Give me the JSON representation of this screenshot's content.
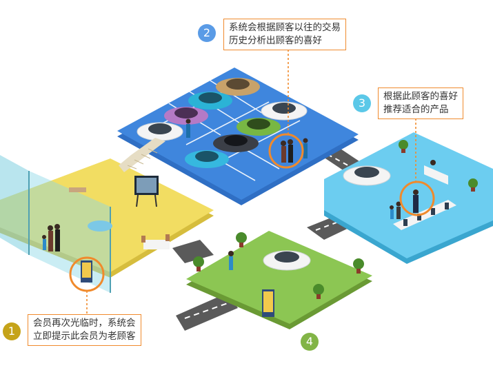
{
  "steps": [
    {
      "number": "1",
      "lines": [
        "会员再次光临时，系统会",
        "立即提示此会员为老顾客"
      ],
      "color": "#c5a319"
    },
    {
      "number": "2",
      "lines": [
        "系统会根据顾客以往的交易",
        "历史分析出顾客的喜好"
      ],
      "color": "#5a9be6"
    },
    {
      "number": "3",
      "lines": [
        "根据此顾客的喜好",
        "推荐适合的产品"
      ],
      "color": "#5bc8e8"
    },
    {
      "number": "4",
      "lines": [],
      "color": "#82b446"
    }
  ],
  "colors": {
    "parking": "#3f86dd",
    "store": "#f2dd62",
    "retail": "#6ccdf0",
    "plaza": "#8cc653",
    "highlight": "#f08a2c"
  }
}
